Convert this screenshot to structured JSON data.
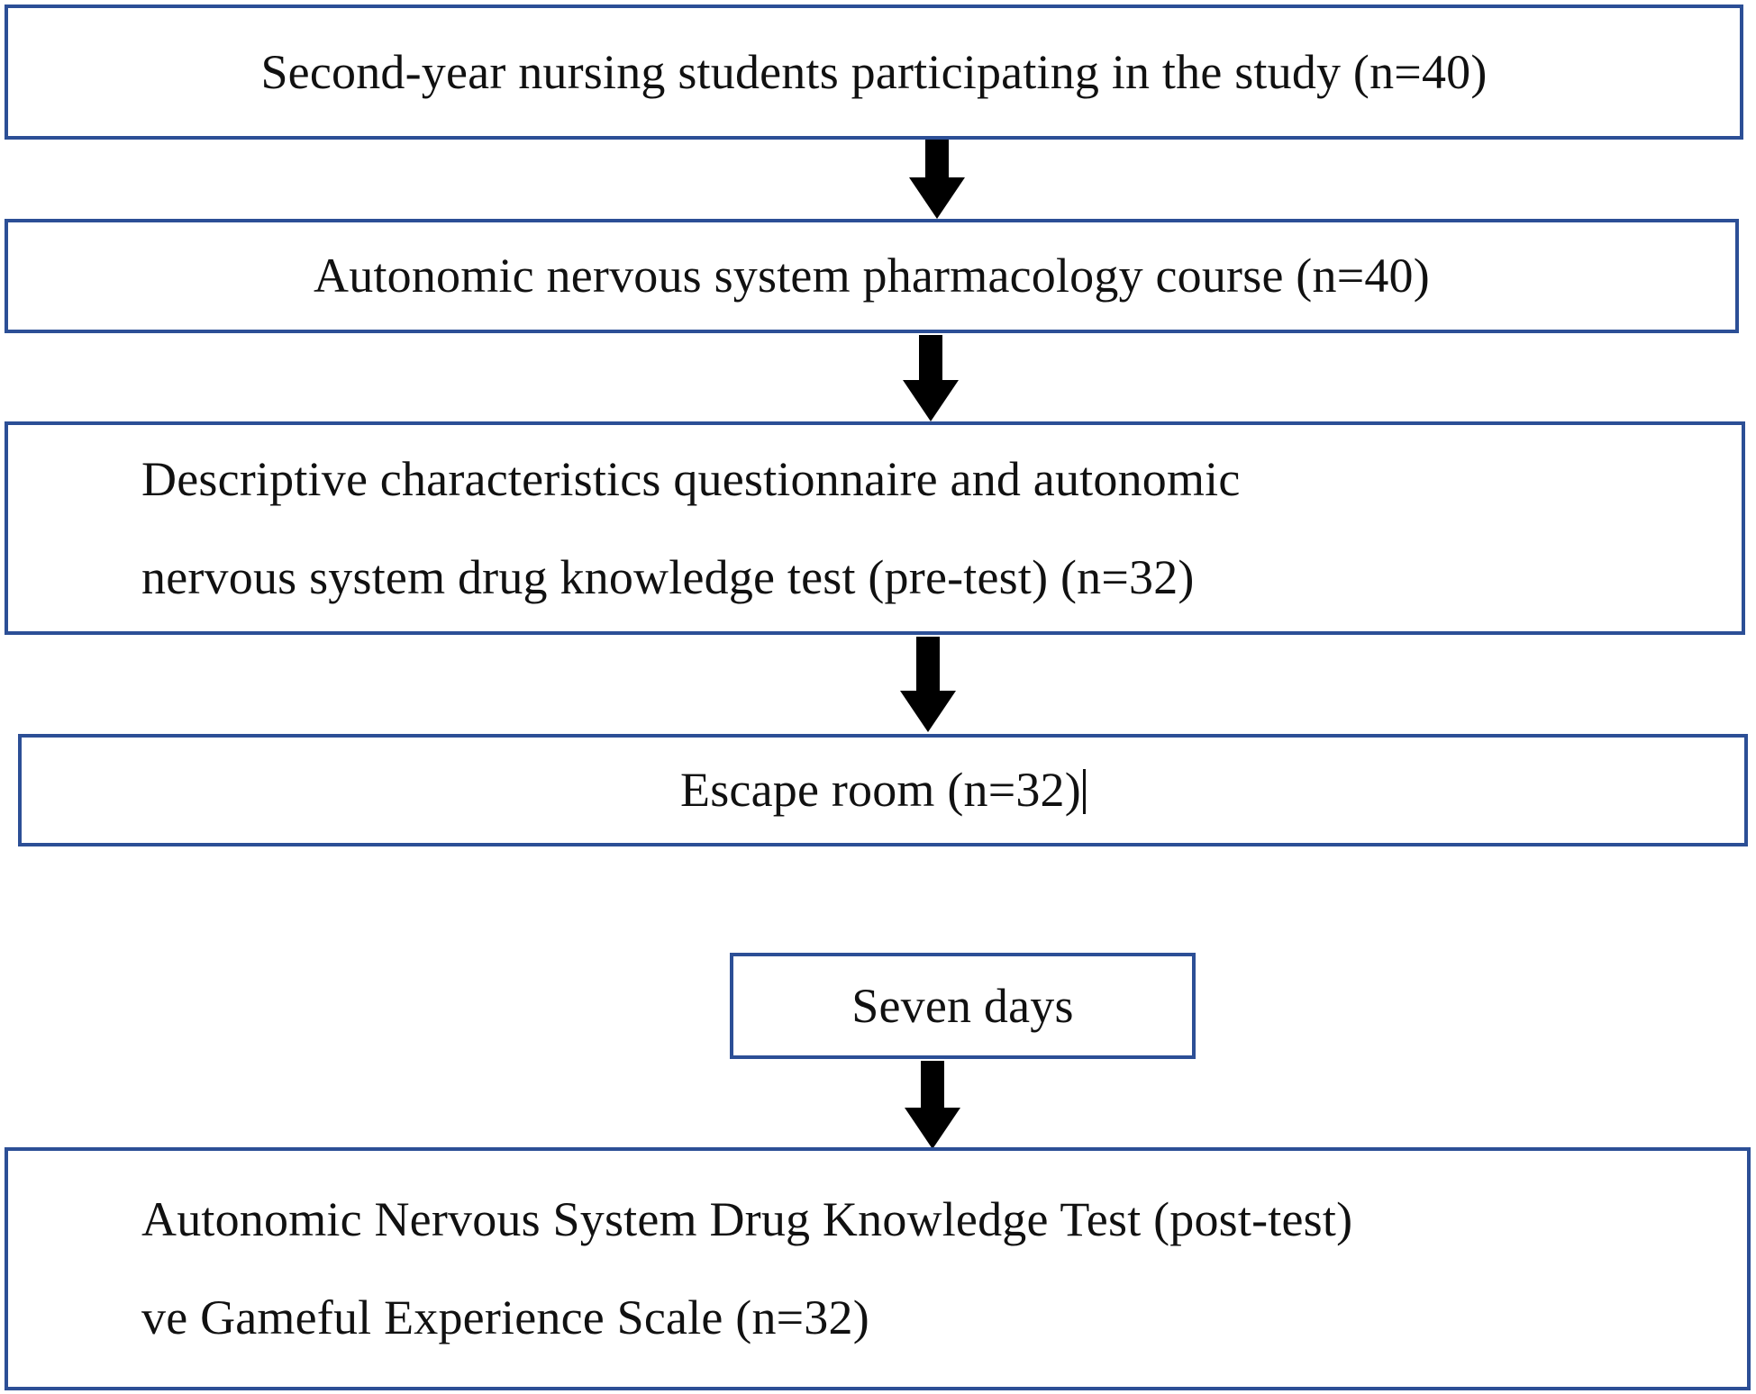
{
  "figure": {
    "type": "flowchart",
    "orientation": "vertical",
    "border_color": "#2c4f96",
    "arrow_color": "#000000",
    "background_color": "#ffffff"
  },
  "nodes": [
    {
      "id": "participants",
      "align": "center",
      "lines": [
        "Second-year nursing students participating in the study (n=40)"
      ]
    },
    {
      "id": "course",
      "align": "center",
      "lines": [
        "Autonomic nervous system pharmacology course (n=40)"
      ]
    },
    {
      "id": "pretest",
      "align": "left",
      "lines": [
        "Descriptive characteristics questionnaire and autonomic",
        "nervous system drug knowledge test (pre-test) (n=32)"
      ]
    },
    {
      "id": "escape-room",
      "align": "center",
      "lines": [
        "Escape room (n=32)"
      ],
      "has_text_caret": true
    },
    {
      "id": "seven-days",
      "align": "center",
      "lines": [
        "Seven days"
      ]
    },
    {
      "id": "posttest",
      "align": "left",
      "lines": [
        "Autonomic Nervous System Drug Knowledge Test (post-test)",
        "ve Gameful Experience Scale (n=32)"
      ]
    }
  ],
  "connectors": [
    {
      "id": "arrow-participants-to-course",
      "from": "participants",
      "to": "course"
    },
    {
      "id": "arrow-course-to-pretest",
      "from": "course",
      "to": "pretest"
    },
    {
      "id": "arrow-pretest-to-escape-room",
      "from": "pretest",
      "to": "escape-room"
    },
    {
      "id": "arrow-seven-days-to-posttest",
      "from": "seven-days",
      "to": "posttest"
    }
  ]
}
